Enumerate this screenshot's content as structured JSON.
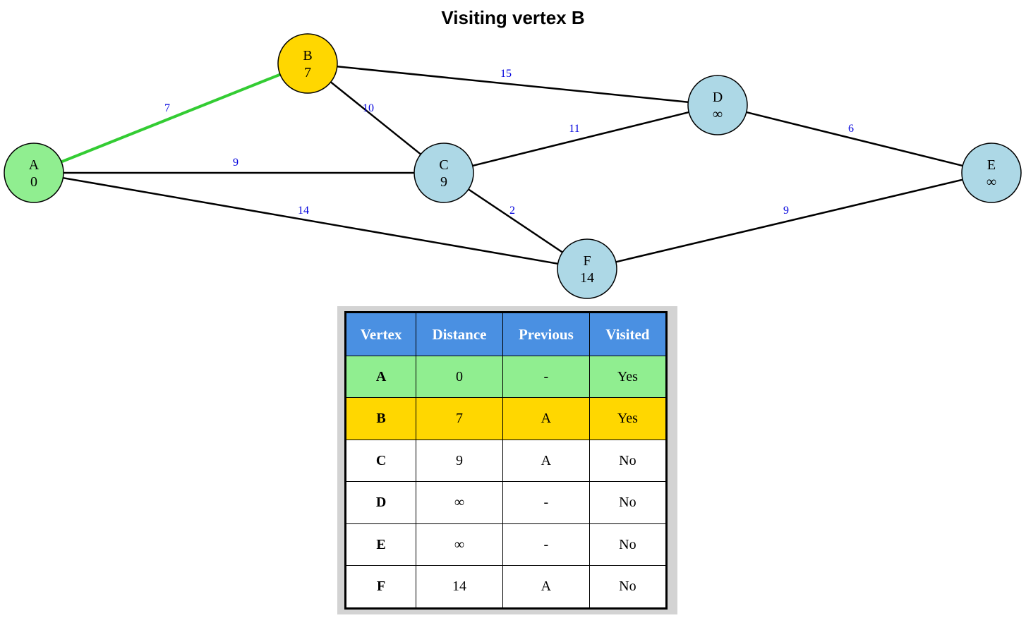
{
  "title": "Visiting vertex B",
  "colors": {
    "start": "#90ee90",
    "current": "#ffd700",
    "unvisited": "#add8e6",
    "header": "#4a90e2",
    "active_edge": "#33cc33",
    "weight_text": "#0000dd"
  },
  "nodes": [
    {
      "id": "A",
      "label": "A",
      "dist": "0",
      "state": "start"
    },
    {
      "id": "B",
      "label": "B",
      "dist": "7",
      "state": "current"
    },
    {
      "id": "C",
      "label": "C",
      "dist": "9",
      "state": "unvisited"
    },
    {
      "id": "D",
      "label": "D",
      "dist": "∞",
      "state": "unvisited"
    },
    {
      "id": "E",
      "label": "E",
      "dist": "∞",
      "state": "unvisited"
    },
    {
      "id": "F",
      "label": "F",
      "dist": "14",
      "state": "unvisited"
    }
  ],
  "edges": [
    {
      "from": "A",
      "to": "B",
      "weight": "7",
      "active": true
    },
    {
      "from": "A",
      "to": "C",
      "weight": "9",
      "active": false
    },
    {
      "from": "A",
      "to": "F",
      "weight": "14",
      "active": false
    },
    {
      "from": "B",
      "to": "C",
      "weight": "10",
      "active": false
    },
    {
      "from": "B",
      "to": "D",
      "weight": "15",
      "active": false
    },
    {
      "from": "C",
      "to": "D",
      "weight": "11",
      "active": false
    },
    {
      "from": "C",
      "to": "F",
      "weight": "2",
      "active": false
    },
    {
      "from": "D",
      "to": "E",
      "weight": "6",
      "active": false
    },
    {
      "from": "F",
      "to": "E",
      "weight": "9",
      "active": false
    }
  ],
  "table": {
    "headers": [
      "Vertex",
      "Distance",
      "Previous",
      "Visited"
    ],
    "rows": [
      {
        "vertex": "A",
        "distance": "0",
        "previous": "-",
        "visited": "Yes",
        "state": "start"
      },
      {
        "vertex": "B",
        "distance": "7",
        "previous": "A",
        "visited": "Yes",
        "state": "current"
      },
      {
        "vertex": "C",
        "distance": "9",
        "previous": "A",
        "visited": "No",
        "state": "normal"
      },
      {
        "vertex": "D",
        "distance": "∞",
        "previous": "-",
        "visited": "No",
        "state": "normal"
      },
      {
        "vertex": "E",
        "distance": "∞",
        "previous": "-",
        "visited": "No",
        "state": "normal"
      },
      {
        "vertex": "F",
        "distance": "14",
        "previous": "A",
        "visited": "No",
        "state": "normal"
      }
    ]
  }
}
